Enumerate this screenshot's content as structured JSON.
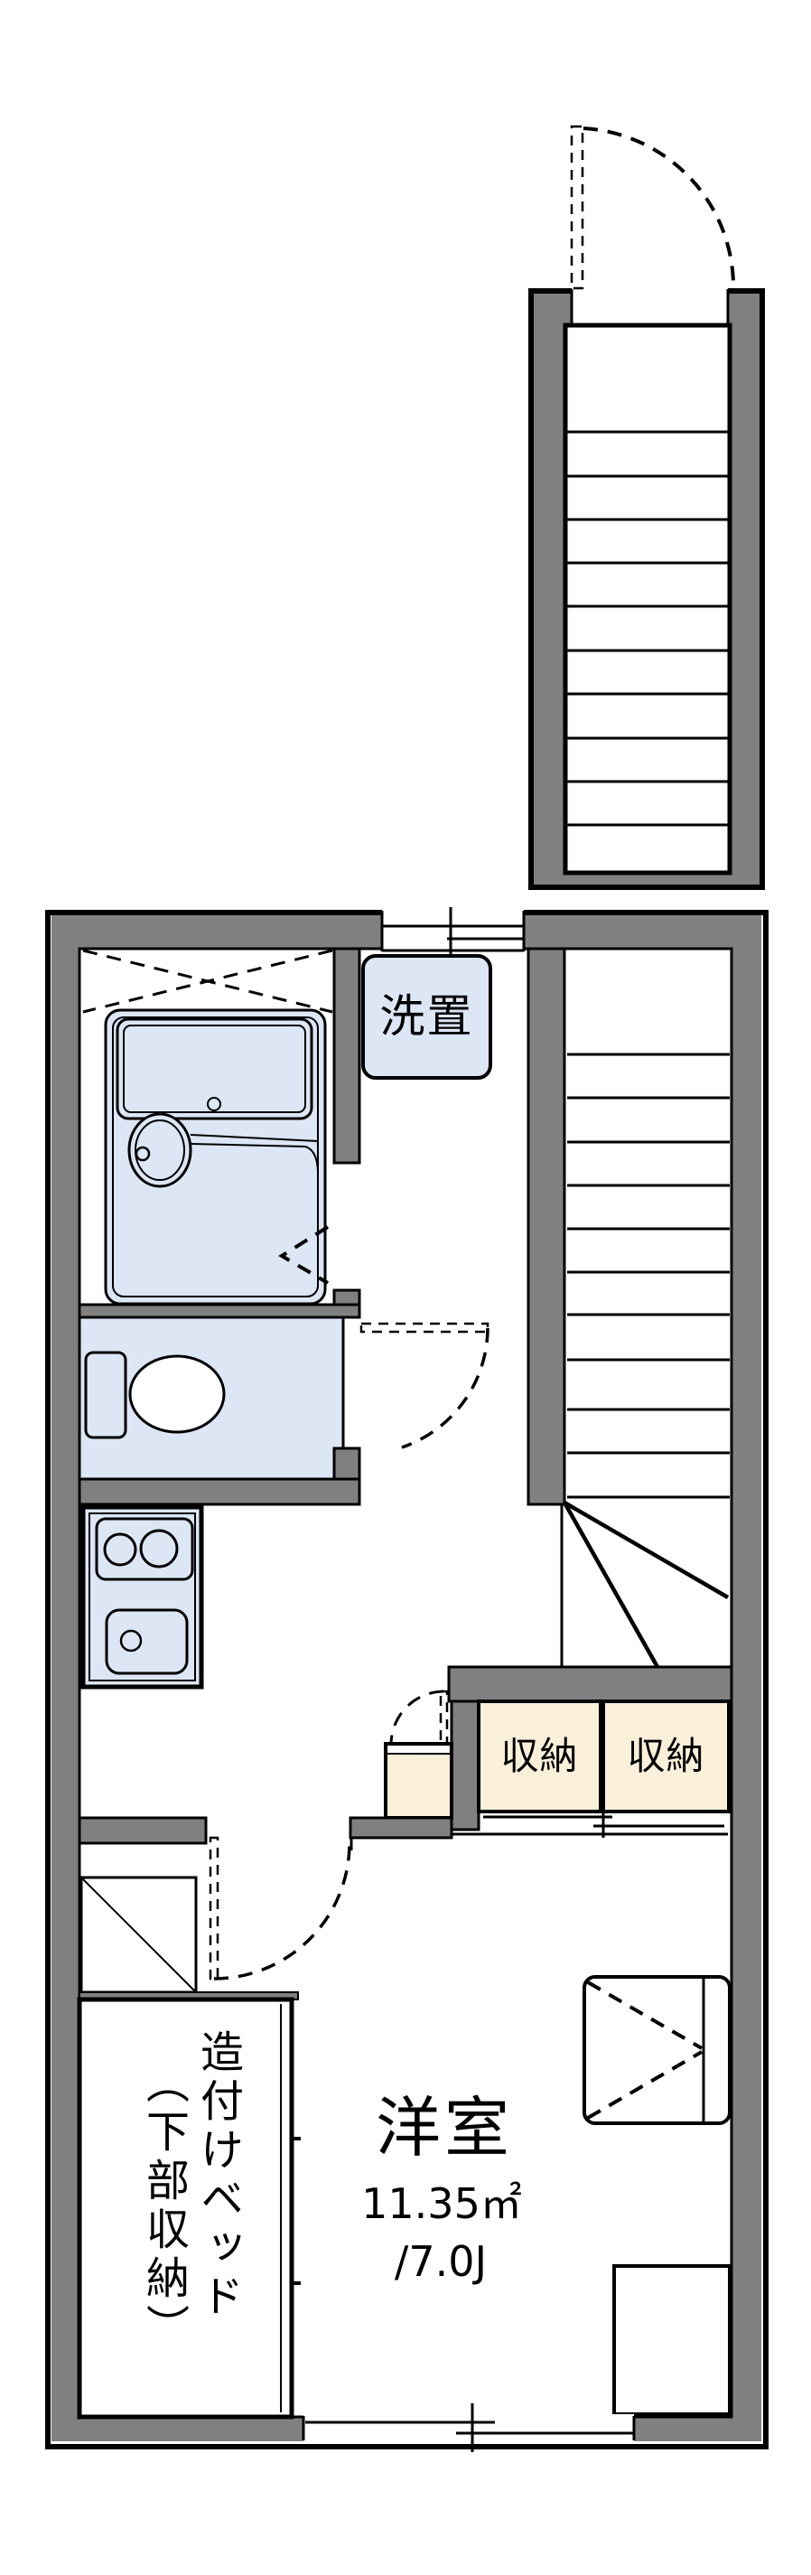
{
  "title": "apartment-floor-plan",
  "colors": {
    "wall": "#808080",
    "line": "#000000",
    "fixture": "#dce6f5",
    "storage": "#faefd9",
    "bg": "#ffffff"
  },
  "labels": {
    "washer_space": "洗置",
    "closet_left": "収納",
    "closet_right": "収納",
    "room_name": "洋室",
    "room_area_m2": "11.35㎡",
    "room_area_jo": "/7.0J",
    "bed_main": "造付けベッド",
    "bed_sub": "（下部収納）"
  }
}
